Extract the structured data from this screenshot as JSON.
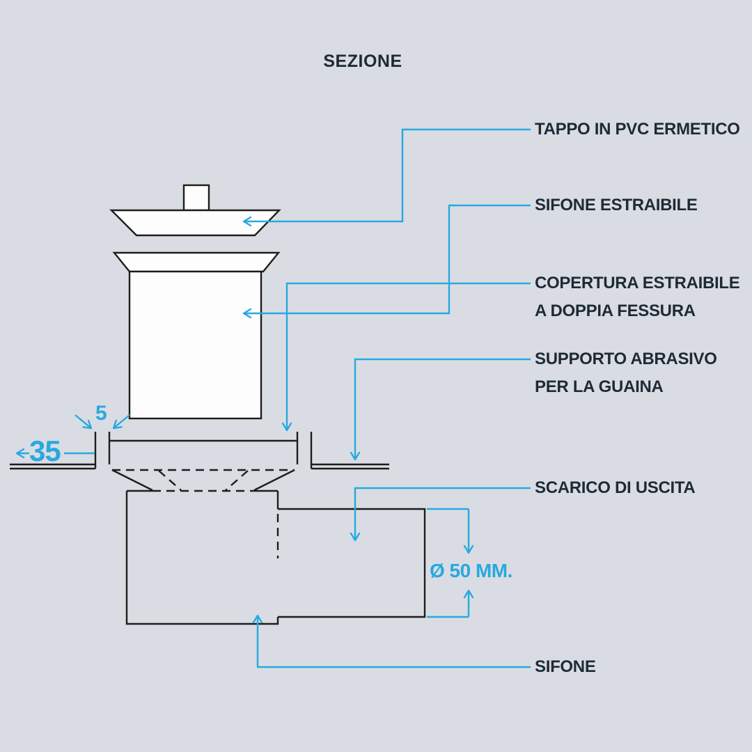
{
  "title": "SEZIONE",
  "colors": {
    "background": "#d9dde3",
    "line": "#1d1d1b",
    "accent": "#29a8e0",
    "label_text": "#1e2a35",
    "shape_fill": "#fdfdfd"
  },
  "labels": {
    "tappo": "TAPPO IN PVC ERMETICO",
    "sifone_estraibile": "SIFONE ESTRAIBILE",
    "copertura_1": "COPERTURA ESTRAIBILE",
    "copertura_2": "A DOPPIA FESSURA",
    "supporto_1": "SUPPORTO ABRASIVO",
    "supporto_2": "PER LA GUAINA",
    "scarico": "SCARICO DI USCITA",
    "sifone": "SIFONE"
  },
  "dimensions": {
    "frame_offset": "35",
    "lip_width": "5",
    "pipe_diameter": "Ø 50 MM."
  }
}
